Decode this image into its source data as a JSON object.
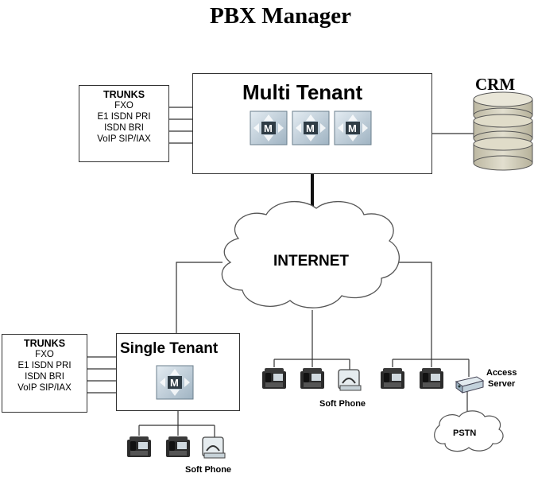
{
  "title": "PBX Manager",
  "crm_label": "CRM",
  "internet_label": "INTERNET",
  "pstn_label": "PSTN",
  "multi_tenant": {
    "label": "Multi Tenant",
    "trunks": {
      "header": "TRUNKS",
      "items": [
        "FXO",
        "E1 ISDN PRI",
        "ISDN BRI",
        "VoIP SIP/IAX"
      ]
    },
    "server_icons": [
      "M",
      "M",
      "M"
    ]
  },
  "single_tenant": {
    "label": "Single Tenant",
    "trunks": {
      "header": "TRUNKS",
      "items": [
        "FXO",
        "E1 ISDN PRI",
        "ISDN BRI",
        "VoIP SIP/IAX"
      ]
    },
    "server_icons": [
      "M"
    ],
    "soft_phone_label": "Soft Phone"
  },
  "middle_endpoints": {
    "soft_phone_label": "Soft Phone"
  },
  "access_server": {
    "label_line1": "Access",
    "label_line2": "Server"
  },
  "colors": {
    "line": "#333333",
    "cloud_fill": "#ffffff",
    "db_fill": "#d6d2c0",
    "server_icon": "#b9c8d3",
    "server_face": "#d7e1e8"
  }
}
